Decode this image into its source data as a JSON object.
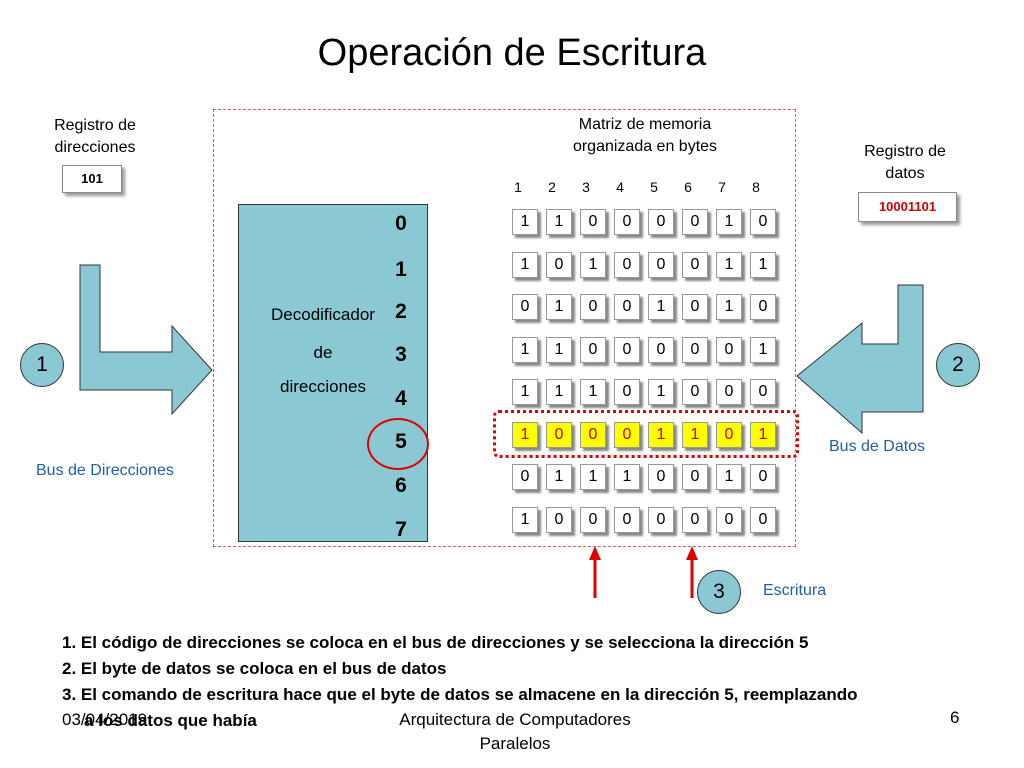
{
  "title": "Operación de Escritura",
  "address_register": {
    "label_line1": "Registro de",
    "label_line2": "direcciones",
    "value": "101"
  },
  "data_register": {
    "label_line1": "Registro de",
    "label_line2": "datos",
    "value": "10001101"
  },
  "matrix_label": {
    "line1": "Matriz de memoria",
    "line2": "organizada en bytes"
  },
  "column_numbers": [
    "1",
    "2",
    "3",
    "4",
    "5",
    "6",
    "7",
    "8"
  ],
  "decoder": {
    "line1": "Decodificador",
    "line2": "de",
    "line3": "direcciones"
  },
  "addresses": [
    "0",
    "1",
    "2",
    "3",
    "4",
    "5",
    "6",
    "7"
  ],
  "memory_rows": [
    [
      "1",
      "1",
      "0",
      "0",
      "0",
      "0",
      "1",
      "0"
    ],
    [
      "1",
      "0",
      "1",
      "0",
      "0",
      "0",
      "1",
      "1"
    ],
    [
      "0",
      "1",
      "0",
      "0",
      "1",
      "0",
      "1",
      "0"
    ],
    [
      "1",
      "1",
      "0",
      "0",
      "0",
      "0",
      "0",
      "1"
    ],
    [
      "1",
      "1",
      "1",
      "0",
      "1",
      "0",
      "0",
      "0"
    ],
    [
      "1",
      "0",
      "0",
      "0",
      "1",
      "1",
      "0",
      "1"
    ],
    [
      "0",
      "1",
      "1",
      "1",
      "0",
      "0",
      "1",
      "0"
    ],
    [
      "1",
      "0",
      "0",
      "0",
      "0",
      "0",
      "0",
      "0"
    ]
  ],
  "selected_address": "5",
  "step_markers": {
    "one": "1",
    "two": "2",
    "three": "3"
  },
  "bus_labels": {
    "address_bus": "Bus de Direcciones",
    "data_bus": "Bus de Datos",
    "write": "Escritura"
  },
  "steps": [
    "1. El código de direcciones se coloca en el bus de direcciones y se selecciona la dirección 5",
    "2. El byte de datos se coloca en el bus de datos",
    "3. El comando de escritura hace que el byte de datos se almacene en la dirección 5, reemplazando",
    "a los datos que había"
  ],
  "footer": {
    "date": "03/04/2019",
    "course_line1": "Arquitectura de Computadores",
    "course_line2": "Paralelos",
    "page": "6"
  },
  "colors": {
    "decoder_fill": "#8ac8d3",
    "highlight_fill": "#ffff00",
    "highlight_text": "#d00000",
    "bus_label": "#1f5faa",
    "accent_red": "#e00000"
  }
}
